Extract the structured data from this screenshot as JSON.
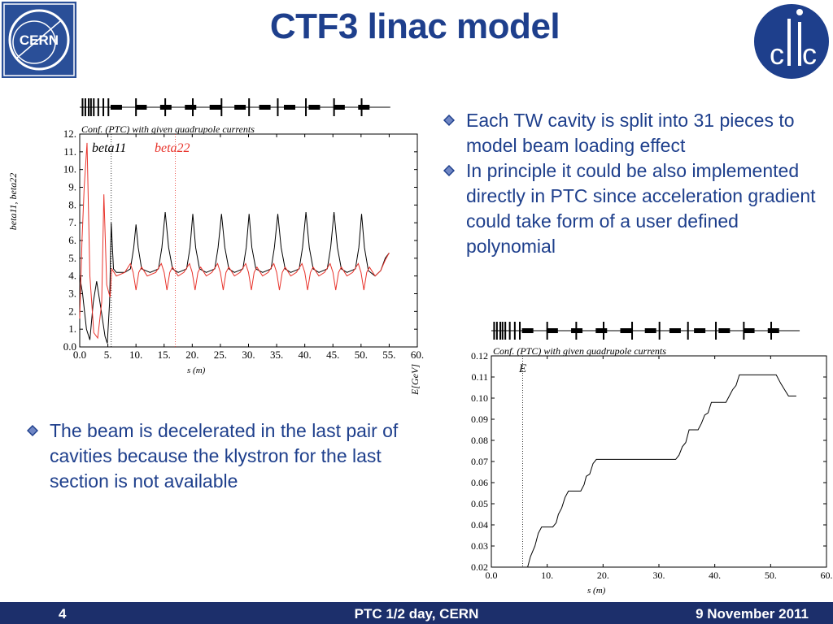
{
  "slide": {
    "title": "CTF3 linac model",
    "bullets_right": [
      "Each TW cavity is split into 31 pieces to model beam loading effect",
      "In principle it could be also implemented directly in PTC since acceleration gradient could take form of a user defined polynomial"
    ],
    "bullets_left": [
      "The beam is decelerated in the last pair of cavities  because the klystron for the last section is not available"
    ],
    "bullet_icon": "diamond-bullet-icon",
    "logos": {
      "left": "CERN",
      "right_letters": [
        "c",
        "l",
        "i",
        "c"
      ]
    },
    "colors": {
      "title": "#1e3f8c",
      "text": "#1e3f8c",
      "footer": "#1c2f6b",
      "beta11": "#000000",
      "beta22": "#e8332b"
    }
  },
  "footer": {
    "page_number": "4",
    "event": "PTC 1/2 day,  CERN",
    "date": "9 November 2011"
  },
  "chart_data": [
    {
      "type": "line",
      "title": "Conf. (PTC) with given quadrupole currents",
      "xlabel": "s (m)",
      "ylabel": "beta11, beta22",
      "xlim": [
        0,
        60
      ],
      "ylim": [
        0,
        12
      ],
      "x_ticks": [
        "0.0",
        "5.",
        "10.",
        "15.",
        "20.",
        "25.",
        "30.",
        "35.",
        "40.",
        "45.",
        "50.",
        "55.",
        "60."
      ],
      "y_ticks": [
        "0.0",
        "1.",
        "2.",
        "3.",
        "4.",
        "5.",
        "6.",
        "7.",
        "8.",
        "9.",
        "10.",
        "11.",
        "12."
      ],
      "marker_lines": [
        {
          "name": "beta11",
          "x": 5.6
        },
        {
          "name": "beta22",
          "x": 17.0
        }
      ],
      "series": [
        {
          "name": "beta11",
          "color": "#000000",
          "points": [
            [
              0,
              4.0
            ],
            [
              0.5,
              3.0
            ],
            [
              1.2,
              1.0
            ],
            [
              1.8,
              0.4
            ],
            [
              2.4,
              2.5
            ],
            [
              3.0,
              3.7
            ],
            [
              3.7,
              2.3
            ],
            [
              4.5,
              0.6
            ],
            [
              4.9,
              0.2
            ],
            [
              5.3,
              2.5
            ],
            [
              5.6,
              7.0
            ],
            [
              6.0,
              4.4
            ],
            [
              6.5,
              4.2
            ],
            [
              8.0,
              4.2
            ],
            [
              9.0,
              4.4
            ],
            [
              9.6,
              5.6
            ],
            [
              10.0,
              6.9
            ],
            [
              10.4,
              5.6
            ],
            [
              11.0,
              4.4
            ],
            [
              12.5,
              4.2
            ],
            [
              14.0,
              4.4
            ],
            [
              14.6,
              5.6
            ],
            [
              15.2,
              7.6
            ],
            [
              15.8,
              5.6
            ],
            [
              16.5,
              4.4
            ],
            [
              17.5,
              4.2
            ],
            [
              19.0,
              4.4
            ],
            [
              19.6,
              5.6
            ],
            [
              20.1,
              7.5
            ],
            [
              20.6,
              5.6
            ],
            [
              21.3,
              4.4
            ],
            [
              22.5,
              4.2
            ],
            [
              24.0,
              4.4
            ],
            [
              24.6,
              5.6
            ],
            [
              25.2,
              7.5
            ],
            [
              25.8,
              5.6
            ],
            [
              26.5,
              4.4
            ],
            [
              27.5,
              4.2
            ],
            [
              29.0,
              4.4
            ],
            [
              29.6,
              5.6
            ],
            [
              30.1,
              7.5
            ],
            [
              30.6,
              5.6
            ],
            [
              31.3,
              4.4
            ],
            [
              32.5,
              4.2
            ],
            [
              34.0,
              4.4
            ],
            [
              34.6,
              5.6
            ],
            [
              35.2,
              7.5
            ],
            [
              35.8,
              5.6
            ],
            [
              36.5,
              4.4
            ],
            [
              37.5,
              4.2
            ],
            [
              39.0,
              4.4
            ],
            [
              39.6,
              5.6
            ],
            [
              40.2,
              7.6
            ],
            [
              40.8,
              5.6
            ],
            [
              41.5,
              4.4
            ],
            [
              42.5,
              4.2
            ],
            [
              44.0,
              4.4
            ],
            [
              44.6,
              5.6
            ],
            [
              45.2,
              7.6
            ],
            [
              45.8,
              5.6
            ],
            [
              46.5,
              4.4
            ],
            [
              47.5,
              4.2
            ],
            [
              49.0,
              4.4
            ],
            [
              49.6,
              5.6
            ],
            [
              50.1,
              7.5
            ],
            [
              50.6,
              5.6
            ],
            [
              51.3,
              4.3
            ],
            [
              52.5,
              4.0
            ],
            [
              53.5,
              4.3
            ],
            [
              54.3,
              5.0
            ],
            [
              55.0,
              5.3
            ]
          ]
        },
        {
          "name": "beta22",
          "color": "#e8332b",
          "points": [
            [
              0,
              1.6
            ],
            [
              0.4,
              6.0
            ],
            [
              0.8,
              9.0
            ],
            [
              1.3,
              11.5
            ],
            [
              1.8,
              4.0
            ],
            [
              2.5,
              0.8
            ],
            [
              3.2,
              0.5
            ],
            [
              3.9,
              2.5
            ],
            [
              4.3,
              8.6
            ],
            [
              4.8,
              3.5
            ],
            [
              5.4,
              2.8
            ],
            [
              5.7,
              4.4
            ],
            [
              6.5,
              4.0
            ],
            [
              8.0,
              4.2
            ],
            [
              9.0,
              4.7
            ],
            [
              9.5,
              4.2
            ],
            [
              10.0,
              3.2
            ],
            [
              10.5,
              4.2
            ],
            [
              11.0,
              4.5
            ],
            [
              12.0,
              4.0
            ],
            [
              13.5,
              4.2
            ],
            [
              14.5,
              4.7
            ],
            [
              15.0,
              4.2
            ],
            [
              15.5,
              3.2
            ],
            [
              16.0,
              4.2
            ],
            [
              16.5,
              4.5
            ],
            [
              17.5,
              4.0
            ],
            [
              18.5,
              4.2
            ],
            [
              19.5,
              4.7
            ],
            [
              20.0,
              4.2
            ],
            [
              20.5,
              3.2
            ],
            [
              21.0,
              4.2
            ],
            [
              21.5,
              4.5
            ],
            [
              22.5,
              4.0
            ],
            [
              23.5,
              4.2
            ],
            [
              24.5,
              4.7
            ],
            [
              25.0,
              4.2
            ],
            [
              25.5,
              3.2
            ],
            [
              26.0,
              4.2
            ],
            [
              26.5,
              4.5
            ],
            [
              27.5,
              4.0
            ],
            [
              28.5,
              4.2
            ],
            [
              29.5,
              4.7
            ],
            [
              30.0,
              4.2
            ],
            [
              30.5,
              3.2
            ],
            [
              31.0,
              4.2
            ],
            [
              31.5,
              4.5
            ],
            [
              32.5,
              4.0
            ],
            [
              33.5,
              4.2
            ],
            [
              34.5,
              4.7
            ],
            [
              35.0,
              4.2
            ],
            [
              35.5,
              3.2
            ],
            [
              36.0,
              4.2
            ],
            [
              36.5,
              4.5
            ],
            [
              37.5,
              4.0
            ],
            [
              38.5,
              4.2
            ],
            [
              39.5,
              4.7
            ],
            [
              40.0,
              4.2
            ],
            [
              40.5,
              3.2
            ],
            [
              41.0,
              4.2
            ],
            [
              41.5,
              4.5
            ],
            [
              42.5,
              4.0
            ],
            [
              43.5,
              4.2
            ],
            [
              44.5,
              4.7
            ],
            [
              45.0,
              4.2
            ],
            [
              45.5,
              3.2
            ],
            [
              46.0,
              4.2
            ],
            [
              46.5,
              4.5
            ],
            [
              47.5,
              4.0
            ],
            [
              48.5,
              4.2
            ],
            [
              49.5,
              4.7
            ],
            [
              50.0,
              4.2
            ],
            [
              50.5,
              3.2
            ],
            [
              51.0,
              4.2
            ],
            [
              51.5,
              4.5
            ],
            [
              52.5,
              4.0
            ],
            [
              53.5,
              4.3
            ],
            [
              54.3,
              4.9
            ],
            [
              55.0,
              5.3
            ]
          ]
        }
      ]
    },
    {
      "type": "line",
      "title": "Conf. (PTC) with given quadrupole currents",
      "xlabel": "s (m)",
      "ylabel": "E[GeV]",
      "xlim": [
        0,
        60
      ],
      "ylim": [
        0.02,
        0.12
      ],
      "x_ticks": [
        "0.0",
        "10.",
        "20.",
        "30.",
        "40.",
        "50.",
        "60."
      ],
      "y_ticks": [
        "0.02",
        "0.03",
        "0.04",
        "0.05",
        "0.06",
        "0.07",
        "0.08",
        "0.09",
        "0.10",
        "0.11",
        "0.12"
      ],
      "marker_lines": [
        {
          "name": "E",
          "x": 5.6
        }
      ],
      "series": [
        {
          "name": "E",
          "color": "#000000",
          "points": [
            [
              6.5,
              0.02
            ],
            [
              7.0,
              0.025
            ],
            [
              7.8,
              0.03
            ],
            [
              8.4,
              0.036
            ],
            [
              9.0,
              0.039
            ],
            [
              11.0,
              0.039
            ],
            [
              11.6,
              0.041
            ],
            [
              12.0,
              0.045
            ],
            [
              12.6,
              0.048
            ],
            [
              13.2,
              0.053
            ],
            [
              13.8,
              0.056
            ],
            [
              16.0,
              0.056
            ],
            [
              16.6,
              0.059
            ],
            [
              17.0,
              0.063
            ],
            [
              17.6,
              0.064
            ],
            [
              18.2,
              0.069
            ],
            [
              18.8,
              0.071
            ],
            [
              33.0,
              0.071
            ],
            [
              33.6,
              0.073
            ],
            [
              34.2,
              0.077
            ],
            [
              34.8,
              0.079
            ],
            [
              35.4,
              0.085
            ],
            [
              37.0,
              0.085
            ],
            [
              37.6,
              0.088
            ],
            [
              38.2,
              0.092
            ],
            [
              38.8,
              0.093
            ],
            [
              39.4,
              0.098
            ],
            [
              42.0,
              0.098
            ],
            [
              42.6,
              0.101
            ],
            [
              43.2,
              0.104
            ],
            [
              43.8,
              0.106
            ],
            [
              44.4,
              0.111
            ],
            [
              51.0,
              0.111
            ],
            [
              51.8,
              0.107
            ],
            [
              52.5,
              0.104
            ],
            [
              53.2,
              0.101
            ],
            [
              54.6,
              0.101
            ]
          ]
        }
      ]
    }
  ]
}
